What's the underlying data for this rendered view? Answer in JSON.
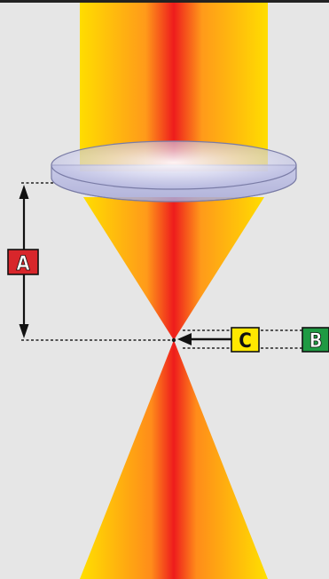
{
  "labels": {
    "a": "A",
    "b": "B",
    "c": "C"
  },
  "colors": {
    "background": "#e6e6e6",
    "beam_edge": "#ffdd00",
    "beam_mid": "#ff9a1a",
    "beam_core": "#ee1c1c",
    "lens": "#b9bbe3",
    "label_a_fill": "#d8262b",
    "label_b_fill": "#1f9a43",
    "label_c_fill": "#ffe800",
    "arrow": "#111111"
  },
  "icons": {
    "lens": "lens-icon",
    "arrow": "arrow-icon"
  }
}
